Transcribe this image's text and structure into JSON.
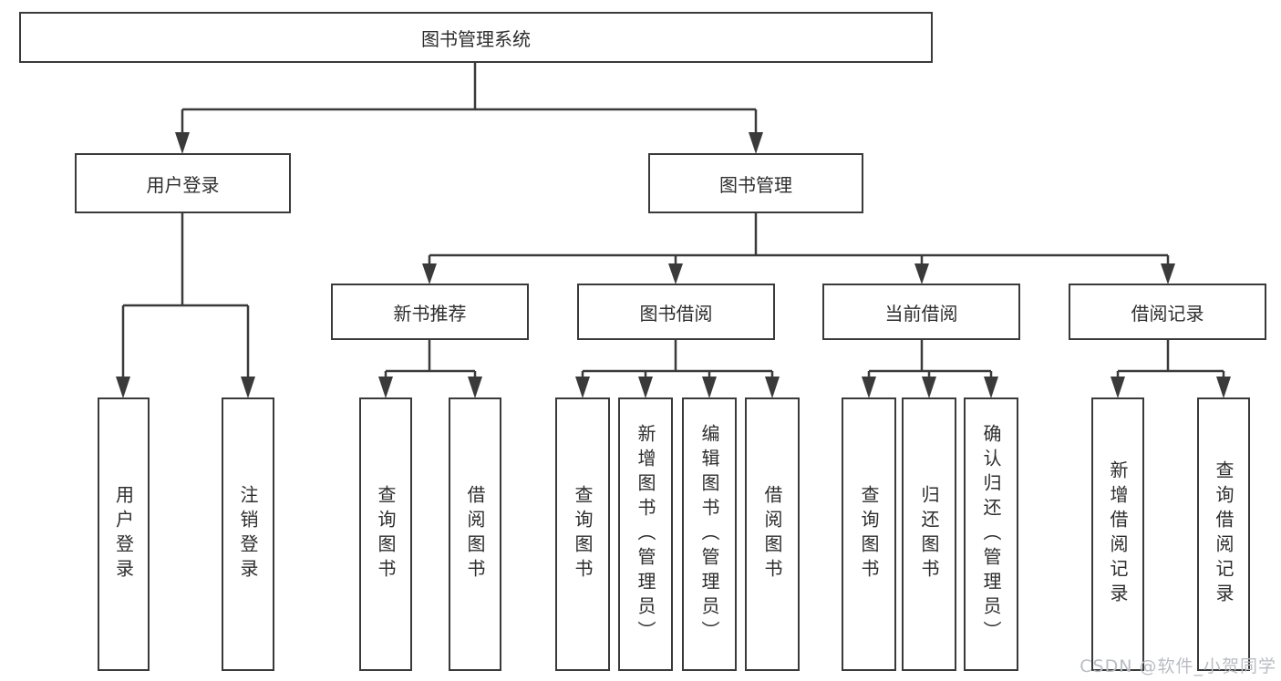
{
  "diagram": {
    "root": "图书管理系统",
    "user_login": {
      "label": "用户登录",
      "children": [
        "用户登录",
        "注销登录"
      ]
    },
    "book_management": {
      "label": "图书管理",
      "modules": [
        {
          "label": "新书推荐",
          "children": [
            "查询图书",
            "借阅图书"
          ]
        },
        {
          "label": "图书借阅",
          "children": [
            "查询图书",
            "新增图书（管理员）",
            "编辑图书（管理员）",
            "借阅图书"
          ]
        },
        {
          "label": "当前借阅",
          "children": [
            "查询图书",
            "归还图书",
            "确认归还（管理员）"
          ]
        },
        {
          "label": "借阅记录",
          "children": [
            "新增借阅记录",
            "查询借阅记录"
          ]
        }
      ]
    }
  },
  "colors": {
    "line": "#3a3a3a",
    "text": "#2d2d2d",
    "background": "#ffffff",
    "watermark": "#b9bdc3"
  },
  "watermark": {
    "text": "CSDN @软件_小贺同学"
  }
}
